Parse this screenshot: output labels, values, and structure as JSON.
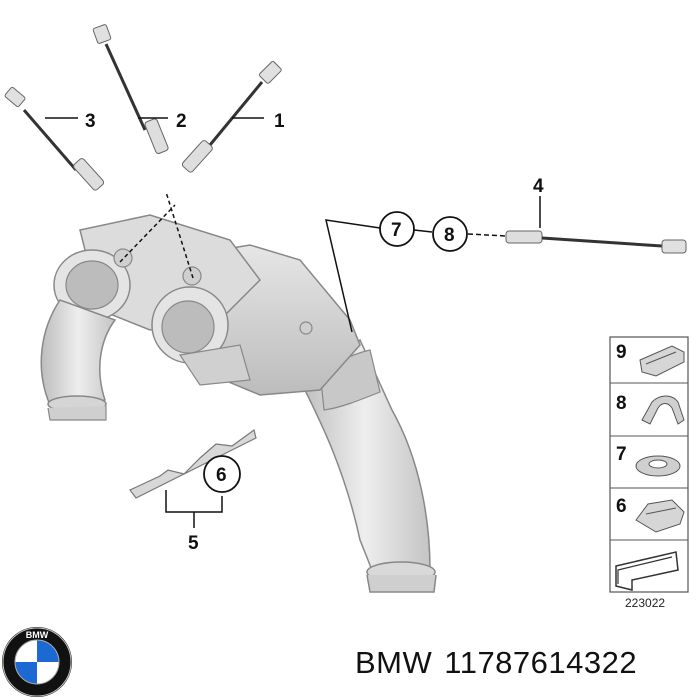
{
  "callouts": {
    "c1": "1",
    "c2": "2",
    "c3": "3",
    "c4": "4",
    "c5": "5",
    "c6": "6",
    "c7": "7",
    "c8": "8"
  },
  "legend": [
    {
      "number": "9",
      "icon": "clip-icon"
    },
    {
      "number": "8",
      "icon": "bracket-icon"
    },
    {
      "number": "7",
      "icon": "grommet-icon"
    },
    {
      "number": "6",
      "icon": "clamp-icon"
    }
  ],
  "drawing_number": "223022",
  "caption": {
    "brand": "BMW",
    "part_number": "11787614322"
  },
  "logo": {
    "text": "BMW",
    "colors": {
      "blue": "#1c69d4",
      "ring": "#111111",
      "white": "#ffffff"
    }
  }
}
